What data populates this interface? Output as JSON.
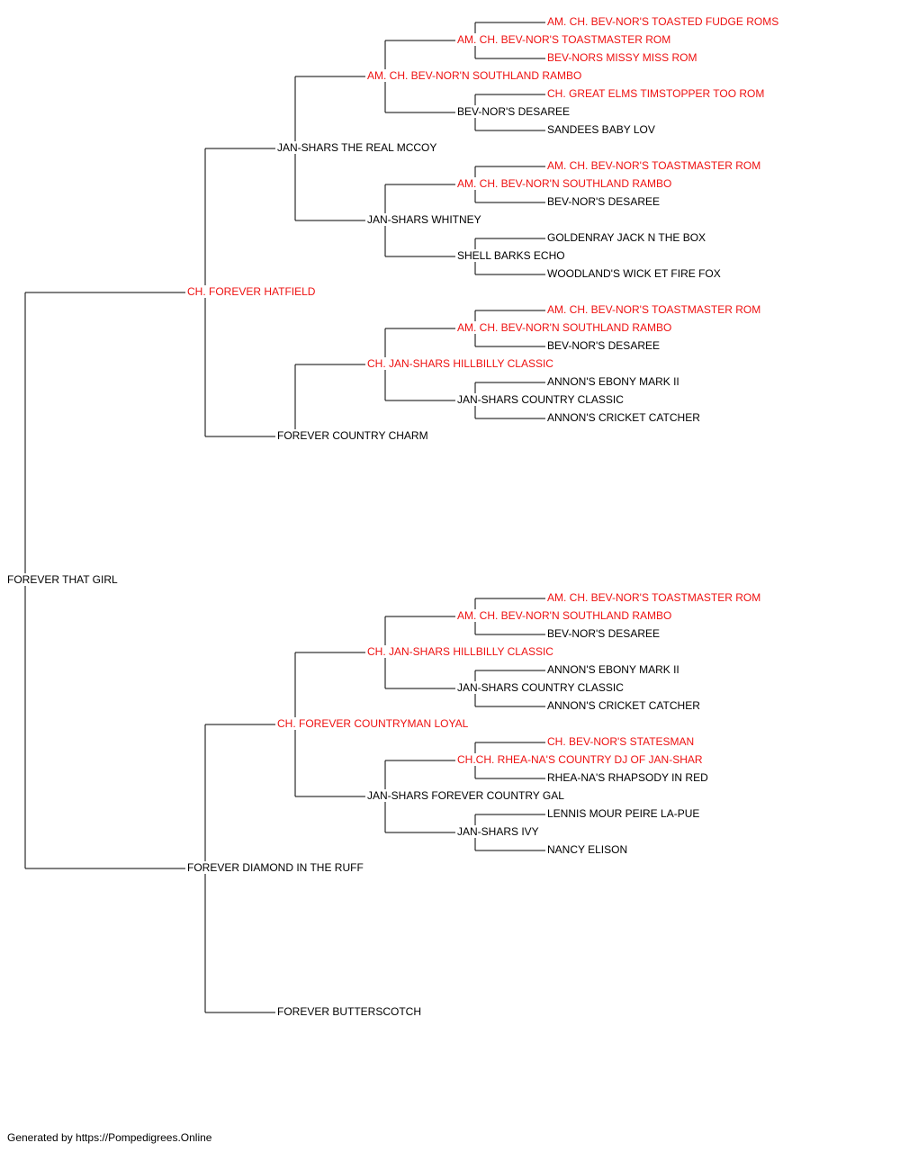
{
  "colors": {
    "champion": "#ee1111",
    "normal": "#000000",
    "line": "#000000",
    "background": "#ffffff"
  },
  "pedigree": {
    "name": "FOREVER THAT GIRL",
    "sire": {
      "name": "CH. FOREVER HATFIELD",
      "champion": true,
      "sire": {
        "name": "JAN-SHARS THE REAL MCCOY",
        "sire": {
          "name": "AM. CH. BEV-NOR'N SOUTHLAND RAMBO",
          "champion": true,
          "sire": {
            "name": "AM. CH. BEV-NOR'S TOASTMASTER ROM",
            "champion": true,
            "sire": {
              "name": "AM. CH. BEV-NOR'S TOASTED FUDGE ROMS",
              "champion": true
            },
            "dam": {
              "name": "BEV-NORS MISSY MISS ROM",
              "champion": true
            }
          },
          "dam": {
            "name": "BEV-NOR'S DESAREE",
            "sire": {
              "name": "CH. GREAT ELMS TIMSTOPPER TOO ROM",
              "champion": true
            },
            "dam": {
              "name": "SANDEES BABY LOV"
            }
          }
        },
        "dam": {
          "name": "JAN-SHARS WHITNEY",
          "sire": {
            "name": "AM. CH. BEV-NOR'N SOUTHLAND RAMBO",
            "champion": true,
            "sire": {
              "name": "AM. CH. BEV-NOR'S TOASTMASTER ROM",
              "champion": true
            },
            "dam": {
              "name": "BEV-NOR'S DESAREE"
            }
          },
          "dam": {
            "name": "SHELL BARKS ECHO",
            "sire": {
              "name": "GOLDENRAY JACK N THE BOX"
            },
            "dam": {
              "name": "WOODLAND'S WICK ET FIRE FOX"
            }
          }
        }
      },
      "dam": {
        "name": "FOREVER COUNTRY CHARM",
        "sire": {
          "name": "CH. JAN-SHARS HILLBILLY CLASSIC",
          "champion": true,
          "sire": {
            "name": "AM. CH. BEV-NOR'N SOUTHLAND RAMBO",
            "champion": true,
            "sire": {
              "name": "AM. CH. BEV-NOR'S TOASTMASTER ROM",
              "champion": true
            },
            "dam": {
              "name": "BEV-NOR'S DESAREE"
            }
          },
          "dam": {
            "name": "JAN-SHARS COUNTRY CLASSIC",
            "sire": {
              "name": "ANNON'S EBONY MARK II"
            },
            "dam": {
              "name": "ANNON'S CRICKET CATCHER"
            }
          }
        }
      }
    },
    "dam": {
      "name": "FOREVER DIAMOND IN THE RUFF",
      "sire": {
        "name": "CH. FOREVER COUNTRYMAN LOYAL",
        "champion": true,
        "sire": {
          "name": "CH. JAN-SHARS HILLBILLY CLASSIC",
          "champion": true,
          "sire": {
            "name": "AM. CH. BEV-NOR'N SOUTHLAND RAMBO",
            "champion": true,
            "sire": {
              "name": "AM. CH. BEV-NOR'S TOASTMASTER ROM",
              "champion": true
            },
            "dam": {
              "name": "BEV-NOR'S DESAREE"
            }
          },
          "dam": {
            "name": "JAN-SHARS COUNTRY CLASSIC",
            "sire": {
              "name": "ANNON'S EBONY MARK II"
            },
            "dam": {
              "name": "ANNON'S CRICKET CATCHER"
            }
          }
        },
        "dam": {
          "name": "JAN-SHARS FOREVER COUNTRY GAL",
          "sire": {
            "name": "CH.CH. RHEA-NA'S COUNTRY DJ OF JAN-SHAR",
            "champion": true,
            "sire": {
              "name": "CH. BEV-NOR'S STATESMAN",
              "champion": true
            },
            "dam": {
              "name": "RHEA-NA'S RHAPSODY IN RED"
            }
          },
          "dam": {
            "name": "JAN-SHARS IVY",
            "sire": {
              "name": "LENNIS MOUR PEIRE LA-PUE"
            },
            "dam": {
              "name": "NANCY ELISON"
            }
          }
        }
      },
      "dam": {
        "name": "FOREVER BUTTERSCOTCH"
      }
    }
  },
  "footer": "Generated by https://Pompedigrees.Online"
}
